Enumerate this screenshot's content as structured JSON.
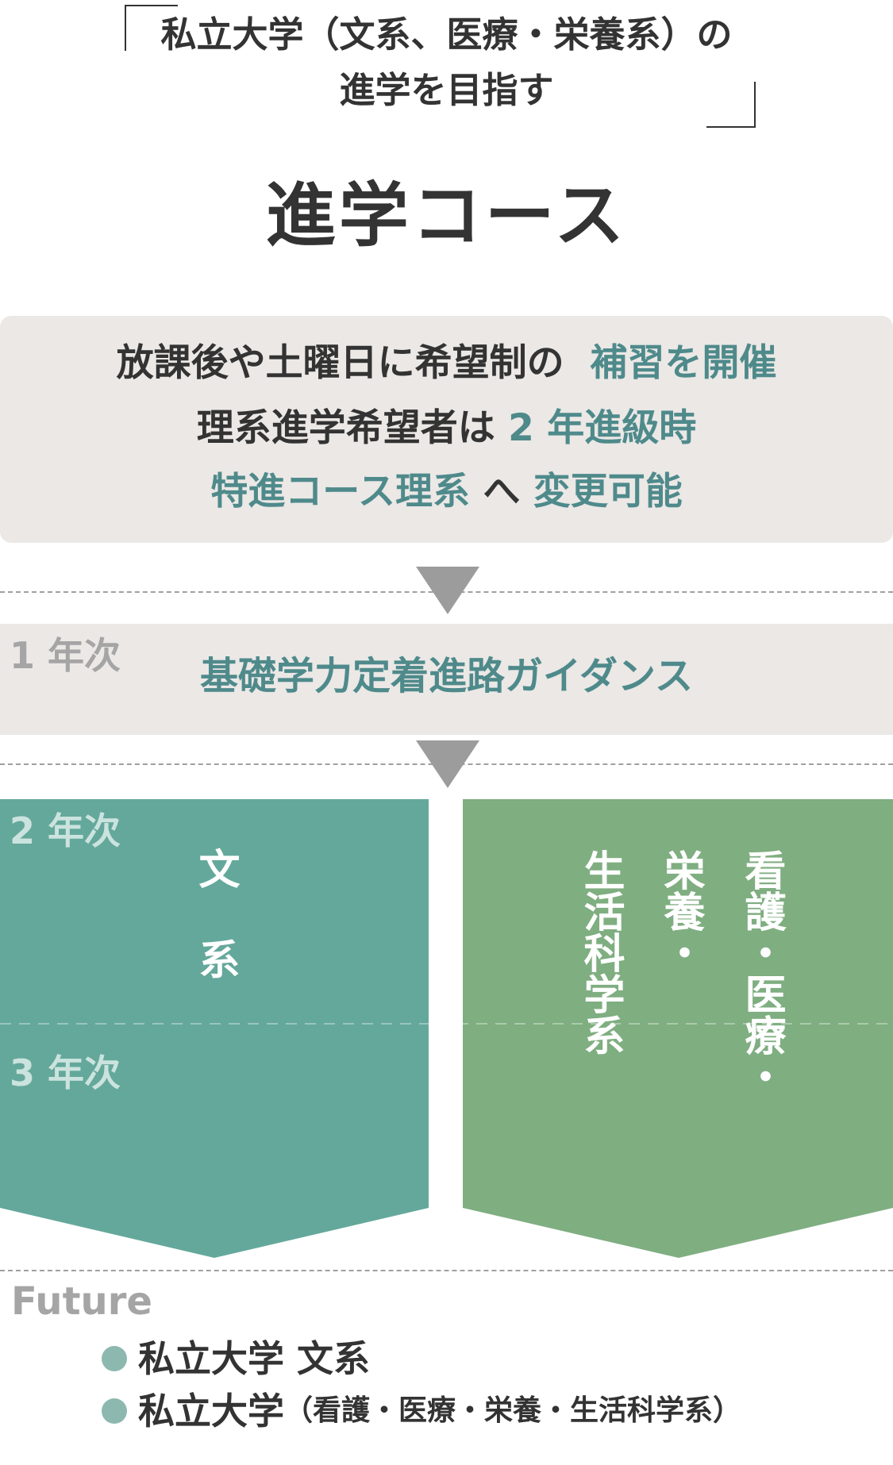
{
  "header": {
    "subtitle_line1": "私立大学（文系、医療・栄養系）の",
    "subtitle_line2": "進学を目指す",
    "title": "進学コース"
  },
  "intro": {
    "line1_a": "放課後や土曜日に希望制の",
    "line1_b": "補習を開催",
    "line2_a": "理系進学希望者は",
    "line2_b": "2 年進級時",
    "line3_a": "特進コース理系",
    "line3_b": "へ",
    "line3_c": "変更可能"
  },
  "year1": {
    "label": "1 年次",
    "content": "基礎学力定着進路ガイダンス"
  },
  "year2_label": "2 年次",
  "year3_label": "3 年次",
  "columns": {
    "left": {
      "text": "文系"
    },
    "right": {
      "col1": "看護・医療・",
      "col2": "栄養・",
      "col3": "生活科学系"
    }
  },
  "future": {
    "label": "Future",
    "item1": "私立大学 文系",
    "item2_main": "私立大学",
    "item2_detail": "（看護・医療・栄養・生活科学系）"
  },
  "colors": {
    "teal_column": "#64a89b",
    "green_column": "#7fae81",
    "accent_text": "#4f8a8b",
    "box_bg": "#ebe8e6"
  }
}
